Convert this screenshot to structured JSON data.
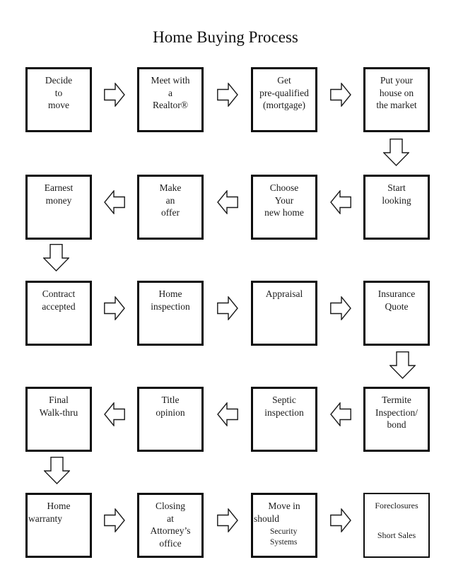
{
  "title": "Home Buying Process",
  "colors": {
    "ink": "#1a1a1a",
    "box_border": "#0d0d0d",
    "background": "#ffffff"
  },
  "icons": {
    "right_arrow": "block-arrow-right-icon",
    "left_arrow": "block-arrow-left-icon",
    "down_arrow": "block-arrow-down-icon"
  },
  "rows": [
    {
      "direction": "right",
      "boxes": [
        {
          "id": "decide-to-move",
          "lines": [
            "Decide",
            "to",
            "move"
          ]
        },
        {
          "id": "meet-with-realtor",
          "lines": [
            "Meet with",
            "a",
            "Realtor®"
          ]
        },
        {
          "id": "get-pre-qualified",
          "lines": [
            "Get",
            "pre-qualified",
            "(mortgage)"
          ]
        },
        {
          "id": "put-house-on-market",
          "lines": [
            "Put your",
            "house on",
            "the market"
          ]
        }
      ]
    },
    {
      "direction": "left",
      "boxes": [
        {
          "id": "earnest-money",
          "lines": [
            "Earnest",
            "money"
          ]
        },
        {
          "id": "make-an-offer",
          "lines": [
            "Make",
            "an",
            "offer"
          ]
        },
        {
          "id": "choose-new-home",
          "lines": [
            "Choose",
            "Your",
            "new home"
          ]
        },
        {
          "id": "start-looking",
          "lines": [
            "Start",
            "looking"
          ]
        }
      ]
    },
    {
      "direction": "right",
      "boxes": [
        {
          "id": "contract-accepted",
          "lines": [
            "Contract",
            "accepted"
          ]
        },
        {
          "id": "home-inspection",
          "lines": [
            "Home",
            "inspection"
          ]
        },
        {
          "id": "appraisal",
          "lines": [
            "Appraisal"
          ]
        },
        {
          "id": "insurance-quote",
          "lines": [
            "Insurance",
            "Quote"
          ]
        }
      ]
    },
    {
      "direction": "left",
      "boxes": [
        {
          "id": "final-walk-thru",
          "lines": [
            "Final",
            "Walk-thru"
          ]
        },
        {
          "id": "title-opinion",
          "lines": [
            "Title",
            "opinion"
          ]
        },
        {
          "id": "septic-inspection",
          "lines": [
            "Septic",
            "inspection"
          ]
        },
        {
          "id": "termite-inspection-bond",
          "lines": [
            "Termite",
            "Inspection/",
            "bond"
          ]
        }
      ]
    },
    {
      "direction": "right",
      "boxes": [
        {
          "id": "home-warranty",
          "lines": [
            "Home",
            "warranty"
          ]
        },
        {
          "id": "closing-at-attorneys-office",
          "lines": [
            "Closing",
            "at",
            "Attorney’s",
            "office"
          ]
        },
        {
          "id": "move-in",
          "lines": [
            "Move in",
            "should",
            "Security",
            "Systems"
          ]
        },
        {
          "id": "foreclosures-short-sales",
          "lines": [
            "Foreclosures",
            "Short Sales"
          ]
        }
      ]
    }
  ]
}
